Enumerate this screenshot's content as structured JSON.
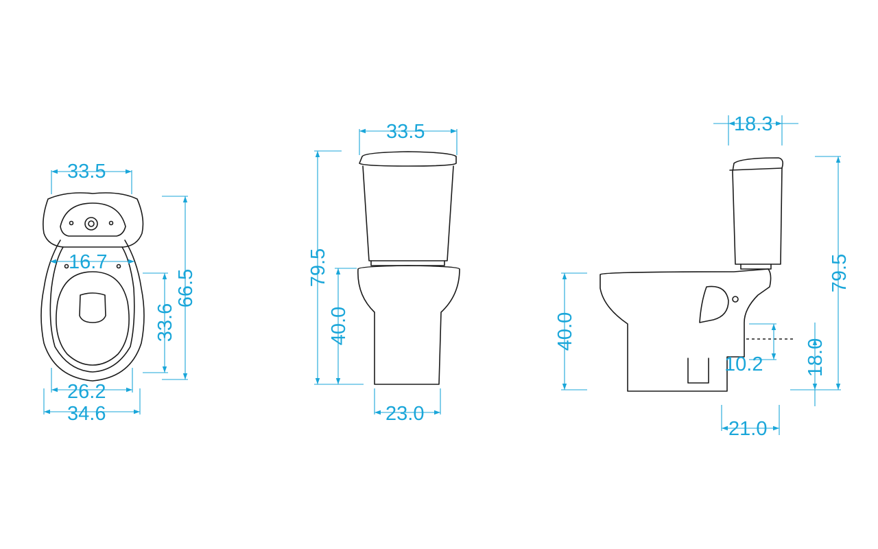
{
  "colors": {
    "outline": "#1a1a1a",
    "dimension": "#1aa6d9",
    "background": "#ffffff"
  },
  "top_view": {
    "width_top": "33.5",
    "hole_spacing": "16.7",
    "seat_length": "33.6",
    "total_length": "66.5",
    "seat_width": "26.2",
    "bowl_width": "34.6"
  },
  "front_view": {
    "cistern_width": "33.5",
    "total_height": "79.5",
    "bowl_height": "40.0",
    "base_width": "23.0"
  },
  "side_view": {
    "cistern_depth": "18.3",
    "total_height": "79.5",
    "bowl_height": "40.0",
    "outlet_diameter": "10.2",
    "outlet_height": "18.0",
    "outlet_offset": "21.0"
  }
}
